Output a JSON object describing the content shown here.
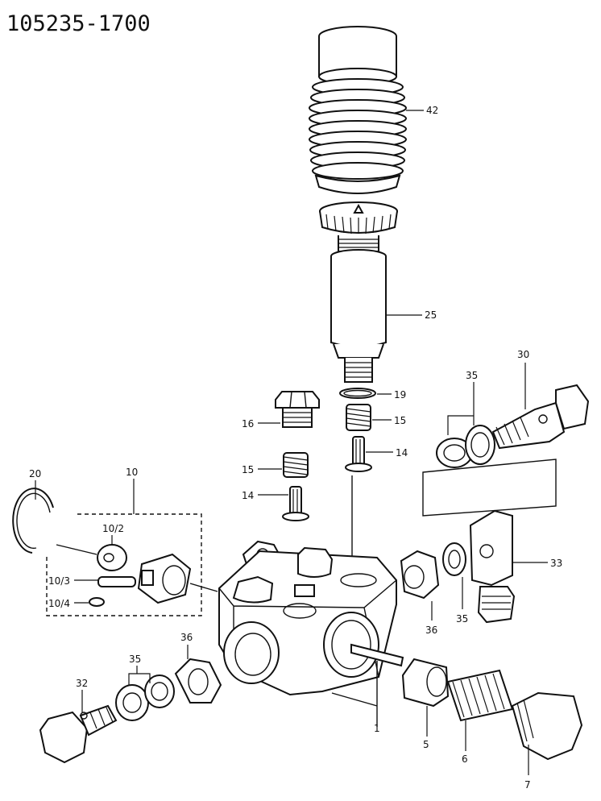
{
  "diagram_id": "105235-1700",
  "callouts": {
    "c42": "42",
    "c25": "25",
    "c19": "19",
    "c15a": "15",
    "c14a": "14",
    "c35a": "35",
    "c30": "30",
    "c16": "16",
    "c15b": "15",
    "c14b": "14",
    "c20": "20",
    "c10": "10",
    "c10_2": "10/2",
    "c10_3": "10/3",
    "c10_4": "10/4",
    "c33": "33",
    "c36a": "36",
    "c35b": "35",
    "c36b": "36",
    "c35c": "35",
    "c32": "32",
    "c5": "5",
    "c6": "6",
    "c7": "7",
    "c1": "1"
  }
}
